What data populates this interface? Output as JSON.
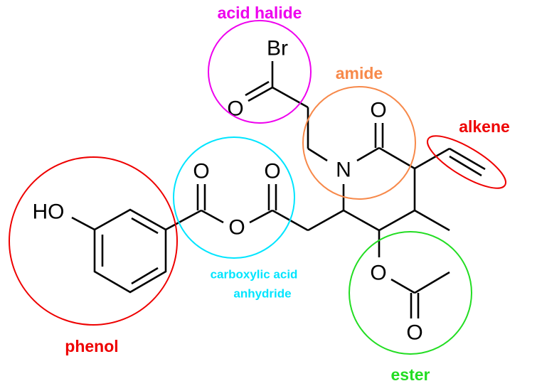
{
  "atoms": {
    "phenol_oh": "HO",
    "anhydride_o1": "O",
    "anhydride_o2": "O",
    "anhydride_bridge_o": "O",
    "acyl_br": "Br",
    "acyl_o": "O",
    "amide_o": "O",
    "amide_n": "N",
    "ester_o_single": "O",
    "ester_o_double": "O"
  },
  "groups": [
    {
      "id": "acid-halide",
      "label": "acid halide",
      "color": "#ee00ee"
    },
    {
      "id": "amide",
      "label": "amide",
      "color": "#f7894a"
    },
    {
      "id": "alkene",
      "label": "alkene",
      "color": "#ee0000"
    },
    {
      "id": "anhydride",
      "label_line1": "carboxylic acid",
      "label_line2": "anhydride",
      "color": "#00e5ff"
    },
    {
      "id": "phenol",
      "label": "phenol",
      "color": "#ee0000"
    },
    {
      "id": "ester",
      "label": "ester",
      "color": "#22dd22"
    }
  ]
}
